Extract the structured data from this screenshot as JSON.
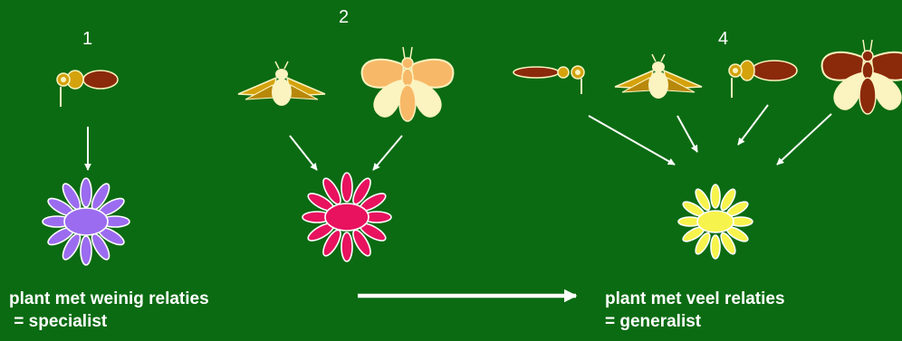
{
  "labels": {
    "group1_number": "1",
    "group2_number": "2",
    "group4_number": "4"
  },
  "captions": {
    "specialist_line1": "plant met weinig relaties",
    "specialist_line2": " = specialist",
    "generalist_line1": "plant met veel relaties",
    "generalist_line2": "= generalist"
  },
  "colors": {
    "background": "#0b6b12",
    "arrow": "#ffffff",
    "flower_purple": "#9b6cf0",
    "flower_magenta": "#e8125f",
    "flower_yellow": "#f7f34d",
    "wasp_brown": "#8b2a0a",
    "insect_gold": "#d4a20c",
    "insect_cream": "#fbf3c0",
    "butterfly_orange": "#f7b968"
  },
  "icons": {
    "wasp": "wasp-icon",
    "bee": "bee-icon",
    "butterfly": "butterfly-icon",
    "flower": "flower-icon"
  }
}
